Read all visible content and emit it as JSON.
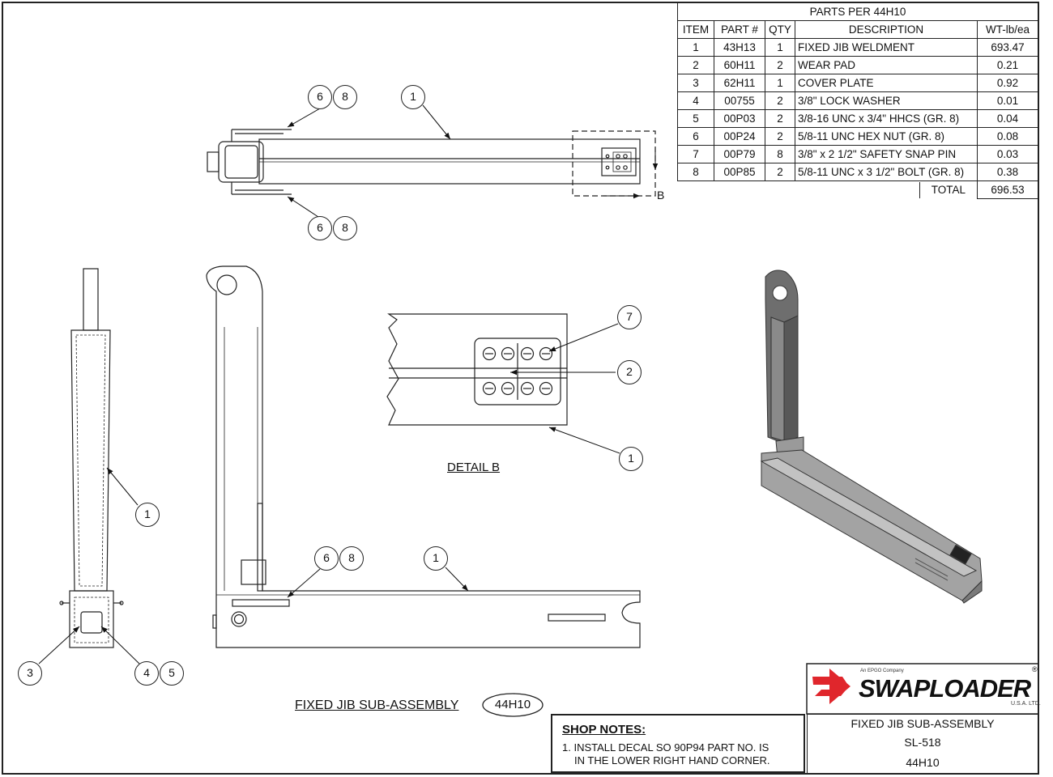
{
  "bom": {
    "title": "PARTS PER 44H10",
    "headers": [
      "ITEM",
      "PART #",
      "QTY",
      "DESCRIPTION",
      "WT-lb/ea"
    ],
    "rows": [
      [
        "1",
        "43H13",
        "1",
        "FIXED JIB WELDMENT",
        "693.47"
      ],
      [
        "2",
        "60H11",
        "2",
        "WEAR PAD",
        "0.21"
      ],
      [
        "3",
        "62H11",
        "1",
        "COVER PLATE",
        "0.92"
      ],
      [
        "4",
        "00755",
        "2",
        "3/8\" LOCK WASHER",
        "0.01"
      ],
      [
        "5",
        "00P03",
        "2",
        "3/8-16 UNC x 3/4\" HHCS (GR. 8)",
        "0.04"
      ],
      [
        "6",
        "00P24",
        "2",
        "5/8-11 UNC HEX NUT (GR. 8)",
        "0.08"
      ],
      [
        "7",
        "00P79",
        "8",
        "3/8\" x 2 1/2\" SAFETY SNAP PIN",
        "0.03"
      ],
      [
        "8",
        "00P85",
        "2",
        "5/8-11 UNC x 3 1/2\" BOLT (GR. 8)",
        "0.38"
      ]
    ],
    "total_label": "TOTAL",
    "total_value": "696.53"
  },
  "balloons": {
    "top_a": "6",
    "top_b": "8",
    "top_item": "1",
    "top_bot_a": "6",
    "top_bot_b": "8",
    "side_item": "1",
    "side_c": "3",
    "side_d": "4",
    "side_e": "5",
    "front_a": "6",
    "front_b": "8",
    "front_item": "1",
    "detail_7": "7",
    "detail_2": "2",
    "detail_1": "1"
  },
  "section_letter": "B",
  "detail_label": "DETAIL  B",
  "assembly_title": "FIXED JIB SUB-ASSEMBLY",
  "assembly_number": "44H10",
  "shop_notes": {
    "heading": "SHOP NOTES:",
    "line1": "1. INSTALL DECAL SO 90P94 PART NO. IS",
    "line2": "IN THE LOWER RIGHT HAND CORNER."
  },
  "logo": {
    "tagline": "An EPGO Company",
    "brand": "SWAPLOADER",
    "region": "U.S.A. LTD.",
    "registered": "®",
    "accent_color": "#e0262c"
  },
  "title_block": {
    "name": "FIXED JIB SUB-ASSEMBLY",
    "drawing_no": "SL-518",
    "part_no": "44H10"
  }
}
